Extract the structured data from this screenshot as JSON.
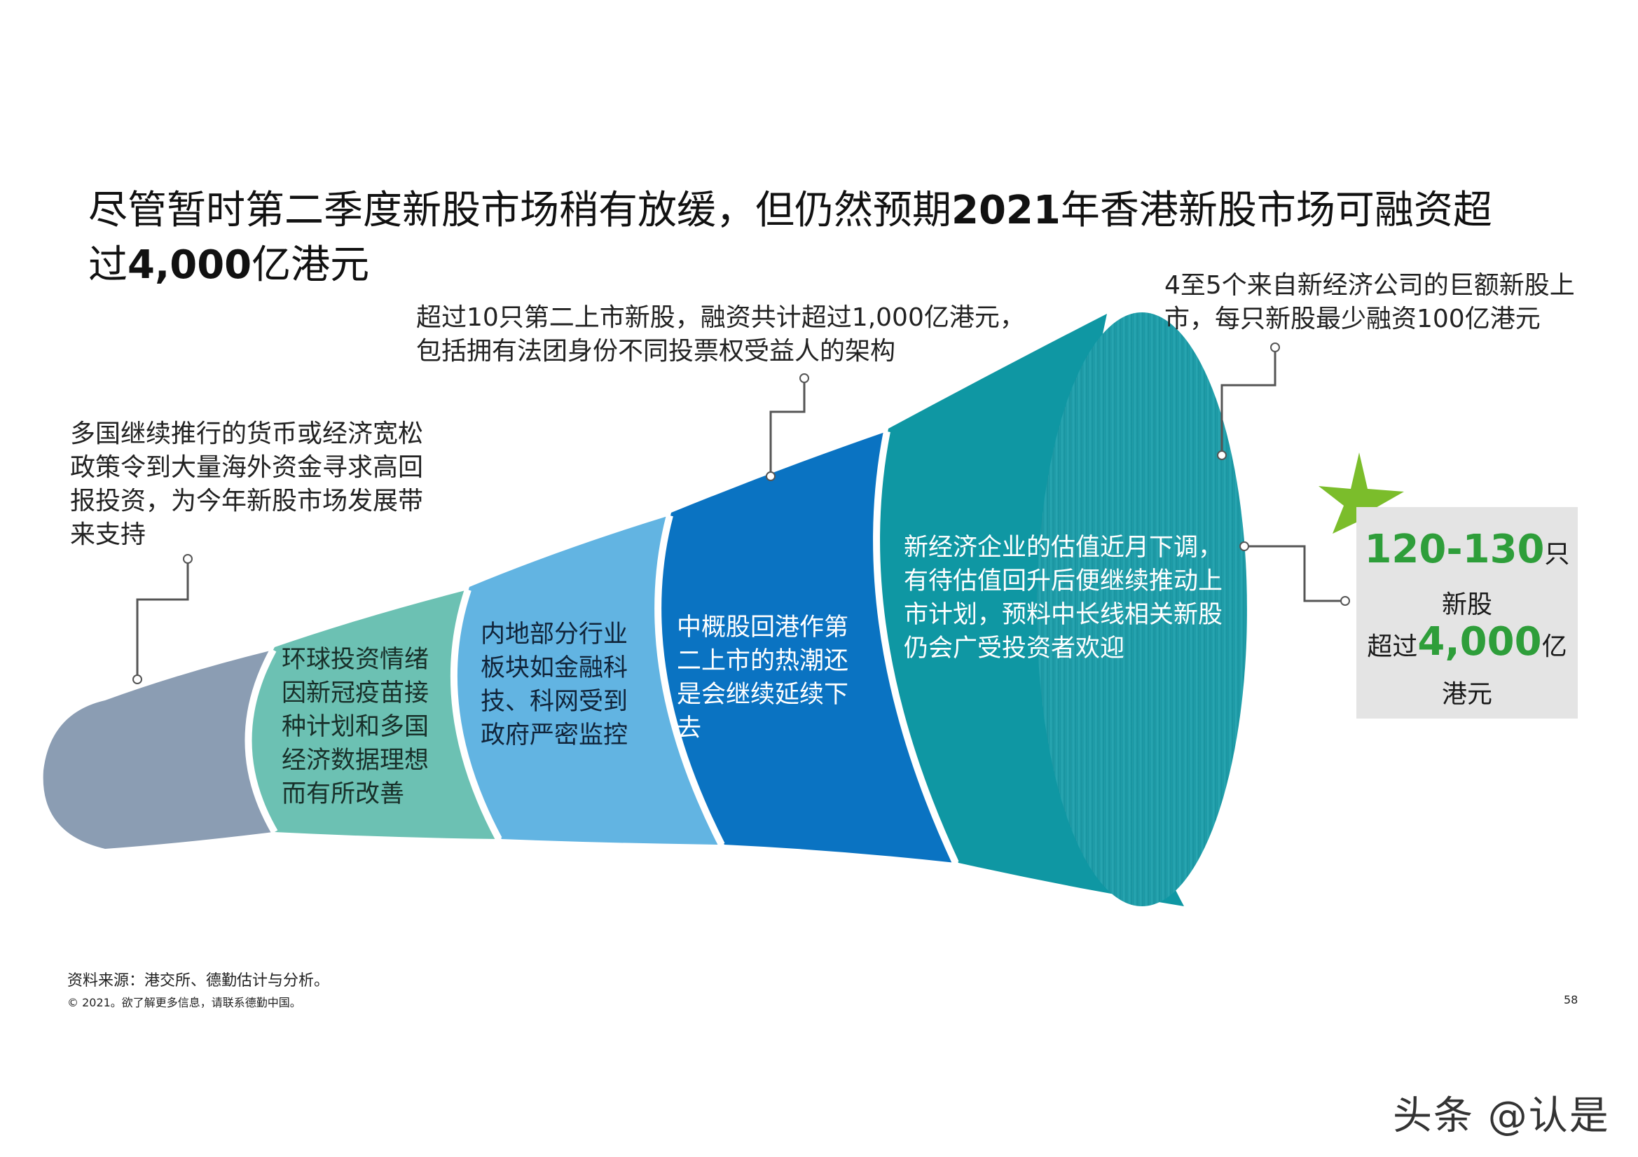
{
  "title_line1_a": "尽管暂时第二季度新股市场稍有放缓，但仍然预期",
  "title_line1_b": "2021",
  "title_line1_c": "年香港新股市场可融资超",
  "title_line2_a": "过",
  "title_line2_b": "4,000",
  "title_line2_c": "亿港元",
  "annotations": {
    "left": "多国继续推行的货币或经济宽松政策令到大量海外资金寻求高回报投资，为今年新股市场发展带来支持",
    "middle": "超过10只第二上市新股，融资共计超过1,000亿港元，包括拥有法团身份不同投票权受益人的架构",
    "right": "4至5个来自新经济公司的巨额新股上市，每只新股最少融资100亿港元"
  },
  "segments": [
    {
      "text": "",
      "color": "#8b9db3"
    },
    {
      "text": "环球投资情绪因新冠疫苗接种计划和多国经济数据理想而有所改善",
      "color": "#6cc1b3"
    },
    {
      "text": "内地部分行业板块如金融科技、科网受到政府严密监控",
      "color": "#62b4e2"
    },
    {
      "text": "中概股回港作第二上市的热潮还是会继续延续下去",
      "color": "#0a73c2"
    },
    {
      "text": "新经济企业的估值近月下调，有待估值回升后便继续推动上市计划，预料中长线相关新股仍会广受投资者欢迎",
      "color": "#0f97a3"
    }
  ],
  "result": {
    "count_number": "120-130",
    "count_unit": "只",
    "count_label": "新股",
    "amount_prefix": "超过",
    "amount_number": "4,000",
    "amount_unit": "亿",
    "amount_suffix": "港元"
  },
  "colors": {
    "accent_green": "#2e9e3a",
    "star": "#7bbd2b"
  },
  "footer": {
    "source": "资料来源：港交所、德勤估计与分析。",
    "copyright": "© 2021。欲了解更多信息，请联系德勤中国。",
    "page": "58"
  },
  "watermark": "头条 @认是"
}
